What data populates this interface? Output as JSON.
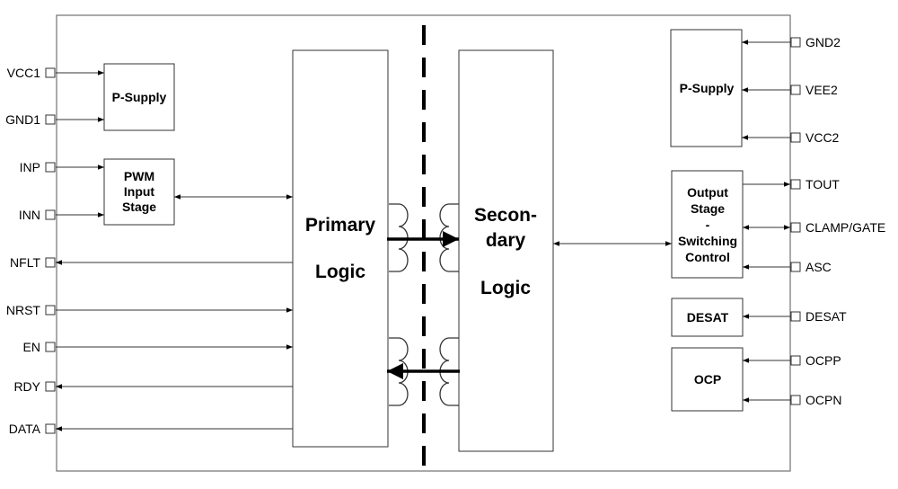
{
  "left_pins": [
    {
      "label": "VCC1"
    },
    {
      "label": "GND1"
    },
    {
      "label": "INP"
    },
    {
      "label": "INN"
    },
    {
      "label": "NFLT"
    },
    {
      "label": "NRST"
    },
    {
      "label": "EN"
    },
    {
      "label": "RDY"
    },
    {
      "label": "DATA"
    }
  ],
  "right_pins": [
    {
      "label": "GND2"
    },
    {
      "label": "VEE2"
    },
    {
      "label": "VCC2"
    },
    {
      "label": "TOUT"
    },
    {
      "label": "CLAMP/GATE"
    },
    {
      "label": "ASC"
    },
    {
      "label": "DESAT"
    },
    {
      "label": "OCPP"
    },
    {
      "label": "OCPN"
    }
  ],
  "blocks": {
    "p_supply_left": {
      "label": "P-Supply"
    },
    "pwm_input": {
      "lines": [
        "PWM",
        "Input",
        "Stage"
      ]
    },
    "primary_logic": {
      "lines": [
        "Primary",
        "Logic"
      ]
    },
    "secondary_logic": {
      "lines": [
        "Secon-",
        "dary",
        "Logic"
      ]
    },
    "p_supply_right": {
      "label": "P-Supply"
    },
    "output_stage": {
      "lines": [
        "Output",
        "Stage",
        "-",
        "Switching",
        "Control"
      ]
    },
    "desat": {
      "label": "DESAT"
    },
    "ocp": {
      "label": "OCP"
    }
  }
}
